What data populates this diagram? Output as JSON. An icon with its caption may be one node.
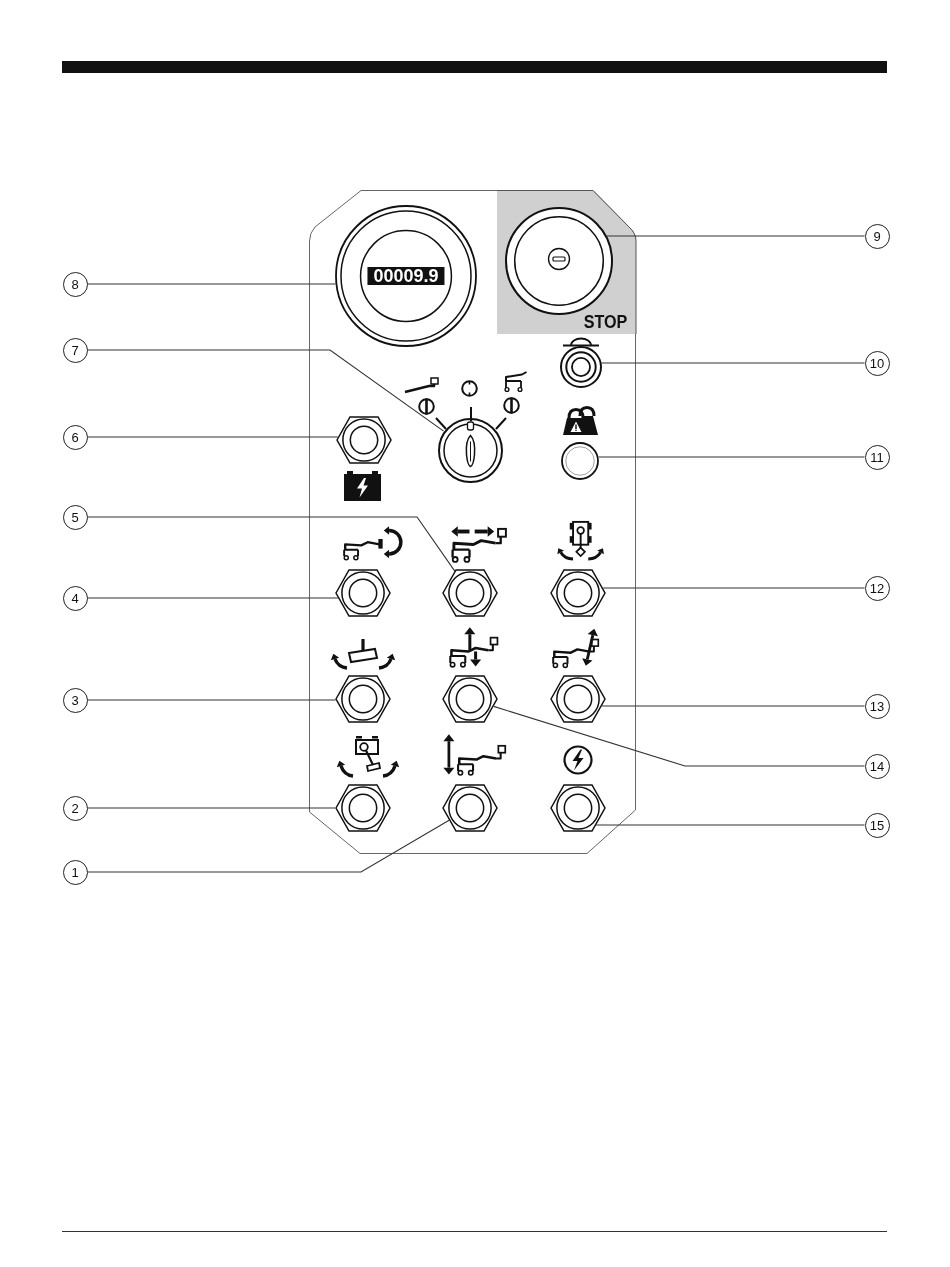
{
  "diagram": {
    "nodes": [
      {
        "text": [
          "00009.9"
        ]
      },
      {
        "text": [
          "STOP"
        ]
      },
      {
        "text": [],
        "shape": "circle",
        "in": 1
      },
      {
        "text": [],
        "shape": "circle"
      },
      {
        "text": [],
        "shape": "hexagon"
      },
      {
        "text": [],
        "shape": "circle"
      },
      {
        "text": [],
        "shape": "circle"
      },
      {
        "text": [],
        "shape": "hexagon"
      },
      {
        "text": [],
        "shape": "hexagon"
      },
      {
        "text": [],
        "shape": "hexagon"
      },
      {
        "text": [],
        "shape": "hexagon"
      },
      {
        "text": [],
        "shape": "hexagon"
      },
      {
        "text": [],
        "shape": "hexagon"
      },
      {
        "text": [],
        "shape": "hexagon"
      },
      {
        "text": [],
        "shape": "hexagon"
      },
      {
        "text": [],
        "shape": "hexagon"
      },
      {
        "text": [
          "1"
        ]
      },
      {
        "text": [
          "2"
        ]
      },
      {
        "text": [
          "3"
        ]
      },
      {
        "text": [
          "4"
        ]
      },
      {
        "text": [
          "5"
        ]
      },
      {
        "text": [
          "6"
        ]
      },
      {
        "text": [
          "7"
        ]
      },
      {
        "text": [
          "8"
        ]
      },
      {
        "text": [
          "9"
        ]
      },
      {
        "text": [
          "10"
        ]
      },
      {
        "text": [
          "11"
        ]
      },
      {
        "text": [
          "12"
        ]
      },
      {
        "text": [
          "13"
        ]
      },
      {
        "text": [
          "14"
        ]
      },
      {
        "text": [
          "15"
        ]
      }
    ],
    "edges": [
      {
        "from": 16,
        "to": 14,
        "arrow": "none"
      },
      {
        "from": 17,
        "to": 13,
        "arrow": "none"
      },
      {
        "from": 18,
        "to": 10,
        "arrow": "none"
      },
      {
        "from": 19,
        "to": 7,
        "arrow": "none"
      },
      {
        "from": 20,
        "to": 8,
        "arrow": "none"
      },
      {
        "from": 21,
        "to": 4,
        "arrow": "none"
      },
      {
        "from": 22,
        "to": 5,
        "arrow": "none"
      },
      {
        "from": 23,
        "to": 0,
        "arrow": "none"
      },
      {
        "from": 24,
        "to": 2,
        "arrow": "none"
      },
      {
        "from": 25,
        "to": 3,
        "arrow": "none"
      },
      {
        "from": 26,
        "to": 6,
        "arrow": "none"
      },
      {
        "from": 27,
        "to": 9,
        "arrow": "none"
      },
      {
        "from": 28,
        "to": 12,
        "arrow": "none"
      },
      {
        "from": 29,
        "to": 11,
        "arrow": "none"
      },
      {
        "from": 30,
        "to": 15,
        "arrow": "none"
      }
    ]
  }
}
